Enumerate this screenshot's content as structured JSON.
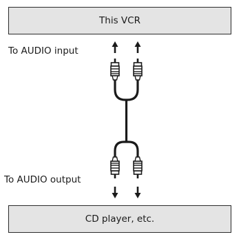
{
  "vcr": {
    "label": "This VCR"
  },
  "cd_player": {
    "label": "CD player, etc."
  },
  "labels": {
    "audio_input": "To AUDIO input",
    "audio_output": "To AUDIO output"
  }
}
